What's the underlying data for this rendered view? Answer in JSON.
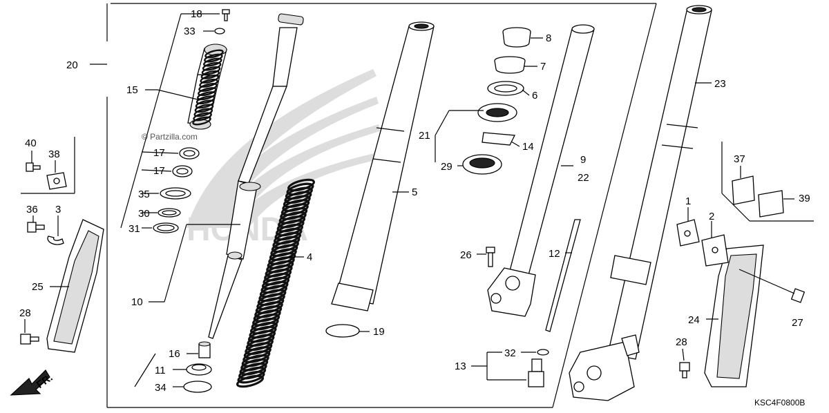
{
  "diagram": {
    "code": "KSC4F0800B",
    "watermark": "© Partzilla.com",
    "direction_label": "FR.",
    "callouts": {
      "c1": "1",
      "c2": "2",
      "c3": "3",
      "c4": "4",
      "c5": "5",
      "c6": "6",
      "c7": "7",
      "c8": "8",
      "c9": "9",
      "c10": "10",
      "c11": "11",
      "c12": "12",
      "c13": "13",
      "c14": "14",
      "c15": "15",
      "c16": "16",
      "c17a": "17",
      "c17b": "17",
      "c18": "18",
      "c19": "19",
      "c20": "20",
      "c21": "21",
      "c22": "22",
      "c23": "23",
      "c24": "24",
      "c25": "25",
      "c26": "26",
      "c27": "27",
      "c28a": "28",
      "c28b": "28",
      "c29": "29",
      "c30": "30",
      "c31": "31",
      "c32": "32",
      "c33": "33",
      "c34": "34",
      "c35": "35",
      "c36": "36",
      "c37": "37",
      "c38": "38",
      "c39": "39",
      "c40": "40"
    }
  }
}
